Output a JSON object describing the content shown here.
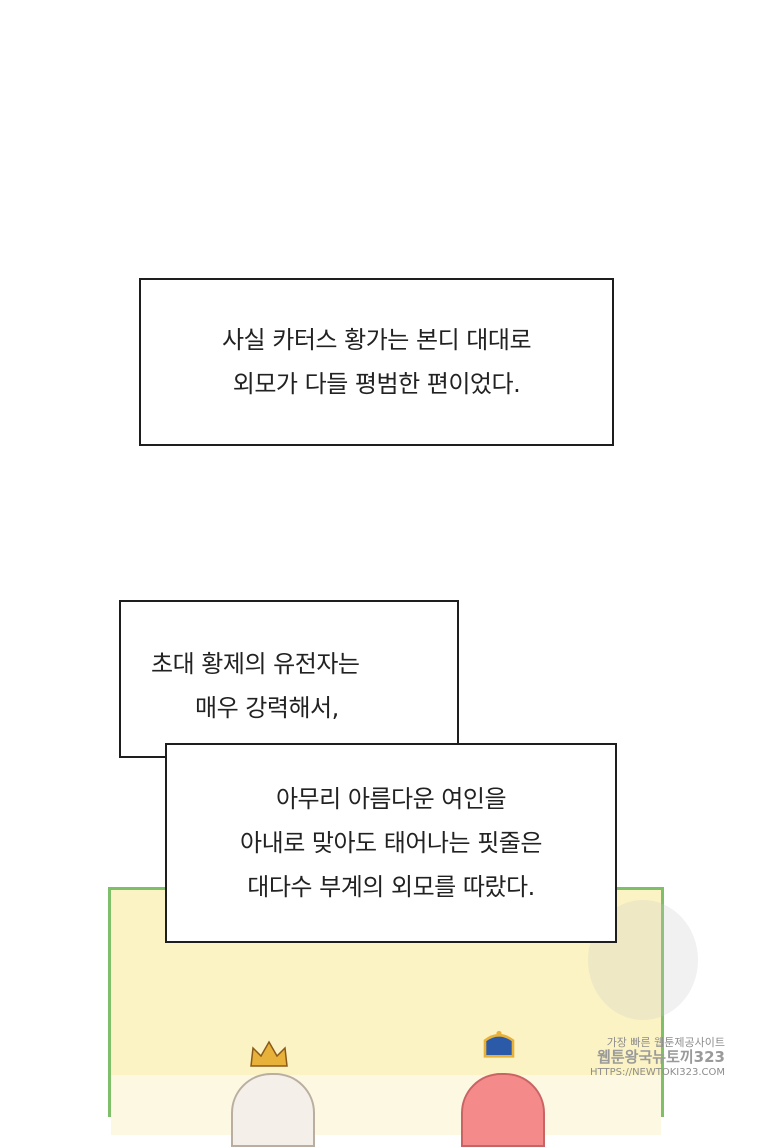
{
  "captions": {
    "first": [
      "사실 카터스 황가는 본디 대대로",
      "외모가 다들 평범한 편이었다."
    ],
    "second_top": [
      "초대 황제의 유전자는",
      "매우 강력해서,"
    ],
    "second_bottom": [
      "아무리 아름다운 여인을",
      "아내로 맞아도 태어나는 핏줄은",
      "대다수 부계의 외모를 따랐다."
    ]
  },
  "watermark": {
    "line1": "가장 빠른 웹툰제공사이트",
    "line2": "웹툰왕국뉴토끼323",
    "line3": "HTTPS://NEWTOKI323.COM"
  },
  "colors": {
    "panel_bg": "#fbf3c4",
    "panel_border": "#7fbf6a",
    "crown_gold": "#e8b23a",
    "crown_blue": "#2a5aa8"
  }
}
